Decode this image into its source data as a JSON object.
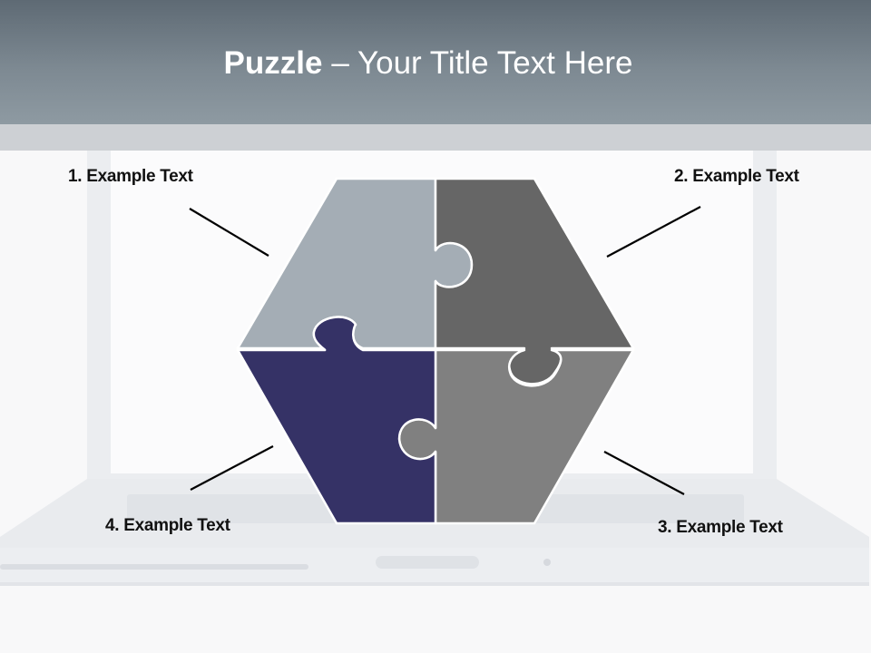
{
  "title": {
    "bold": "Puzzle",
    "rest": "– Your Title Text Here"
  },
  "labels": {
    "item1": "1. Example Text",
    "item2": "2. Example Text",
    "item3": "3. Example Text",
    "item4": "4. Example Text"
  },
  "colors": {
    "header_top": "#5e6a74",
    "header_bottom": "#8e9aa2",
    "piece1": "#a4adb5",
    "piece2": "#666666",
    "piece3": "#808080",
    "piece4": "#353266",
    "connector_lines": "#000000"
  }
}
